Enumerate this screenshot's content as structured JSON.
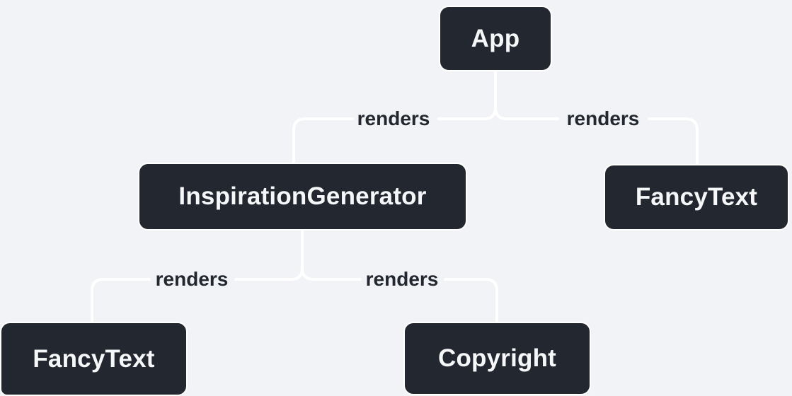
{
  "diagram": {
    "title": "component-render-tree",
    "colors": {
      "background": "#f1f3f6",
      "node_fill": "#23272f",
      "node_text": "#f6f7f9",
      "line": "#ffffff",
      "edge_label_text": "#23272f"
    },
    "nodes": {
      "app": {
        "label": "App"
      },
      "inspiration_generator": {
        "label": "InspirationGenerator"
      },
      "fancy_text_top": {
        "label": "FancyText"
      },
      "fancy_text_bottom": {
        "label": "FancyText"
      },
      "copyright": {
        "label": "Copyright"
      }
    },
    "edges": [
      {
        "from": "App",
        "to": "InspirationGenerator",
        "label": "renders"
      },
      {
        "from": "App",
        "to": "FancyText",
        "label": "renders"
      },
      {
        "from": "InspirationGenerator",
        "to": "FancyText",
        "label": "renders"
      },
      {
        "from": "InspirationGenerator",
        "to": "Copyright",
        "label": "renders"
      }
    ]
  }
}
